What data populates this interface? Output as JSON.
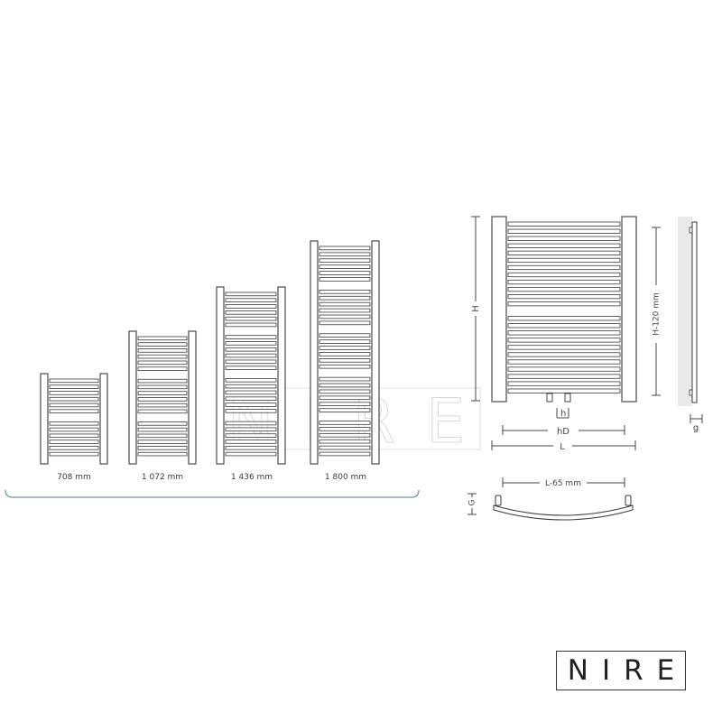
{
  "sizes": {
    "items": [
      {
        "label": "708 mm",
        "rungs": 13
      },
      {
        "label": "1 072 mm",
        "rungs": 20
      },
      {
        "label": "1 436 mm",
        "rungs": 27
      },
      {
        "label": "1 800 mm",
        "rungs": 34
      }
    ]
  },
  "front_view": {
    "height_label": "H",
    "pipe_spacing_label": "h",
    "pipe_distance_label": "hD",
    "width_label": "L"
  },
  "side_view": {
    "height_label": "H-120 mm",
    "depth_label": "g"
  },
  "top_view": {
    "width_label": "L-65 mm",
    "depth_label": "G"
  },
  "watermark": {
    "text": "NIRE"
  },
  "logo": {
    "text": "NIRE"
  },
  "colors": {
    "line": "#3a3a3a",
    "bracket": "#6f95a6",
    "wall": "#e9e9e9"
  }
}
